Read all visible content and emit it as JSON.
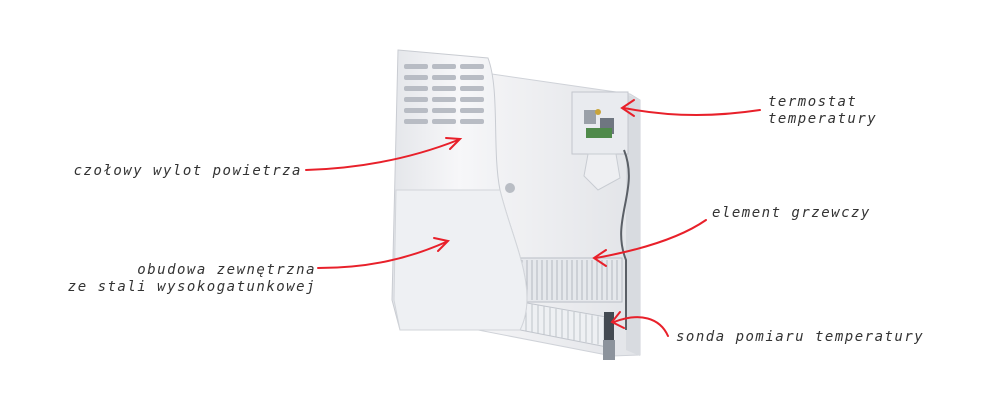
{
  "labels": {
    "front_outlet": "czołowy wylot powietrza",
    "housing_line1": "obudowa zewnętrzna",
    "housing_line2": "ze stali wysokogatunkowej",
    "thermostat_line1": "termostat",
    "thermostat_line2": "temperatury",
    "heating_element": "element grzewczy",
    "temp_probe": "sonda pomiaru temperatury"
  },
  "colors": {
    "arrow": "#e8202a",
    "text": "#333333",
    "panel": "#f1f1f4",
    "panel_shadow": "#d9dbe0"
  }
}
